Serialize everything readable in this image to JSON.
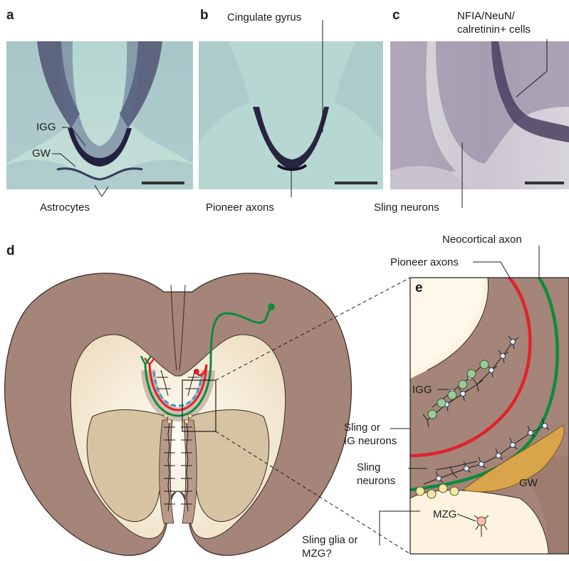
{
  "panels": {
    "a": {
      "letter": "a",
      "labels": {
        "igg": "IGG",
        "gw": "GW",
        "astrocytes": "Astrocytes"
      }
    },
    "b": {
      "letter": "b",
      "labels": {
        "cingulate": "Cingulate gyrus",
        "pioneer": "Pioneer axons"
      }
    },
    "c": {
      "letter": "c",
      "labels": {
        "nfia_line1": "NFIA/NeuN/",
        "nfia_line2": "calretinin+ cells",
        "sling": "Sling neurons"
      }
    },
    "d": {
      "letter": "d"
    },
    "e": {
      "letter": "e"
    }
  },
  "diagram_labels": {
    "neocortical_axon": "Neocortical  axon",
    "pioneer_axons": "Pioneer axons",
    "igg": "IGG",
    "sling_ig_line1": "Sling or",
    "sling_ig_line2": "IG neurons",
    "sling_neurons_line1": "Sling",
    "sling_neurons_line2": "neurons",
    "gw": "GW",
    "mzg": "MZG",
    "sling_glia_line1": "Sling glia or",
    "sling_glia_line2": "MZG?"
  },
  "colors": {
    "tissue_brown": "#a58479",
    "white_matter": "#fdf6e8",
    "inner_tan": "#d7c4a3",
    "micrograph_a": "#b6d8d1",
    "micrograph_b": "#b6d8d1",
    "micrograph_c": "#d5d0d6",
    "stain_dark": "#2d2a45",
    "pioneer_red": "#e0232a",
    "neocortical_green": "#0c8c3c",
    "glia_green": "#9cc999",
    "glia_cream": "#f1e7a9",
    "midline_blue": "#3e9ad0",
    "gw_orange": "#d9a54a",
    "mzg_pink": "#f0c0aa"
  }
}
